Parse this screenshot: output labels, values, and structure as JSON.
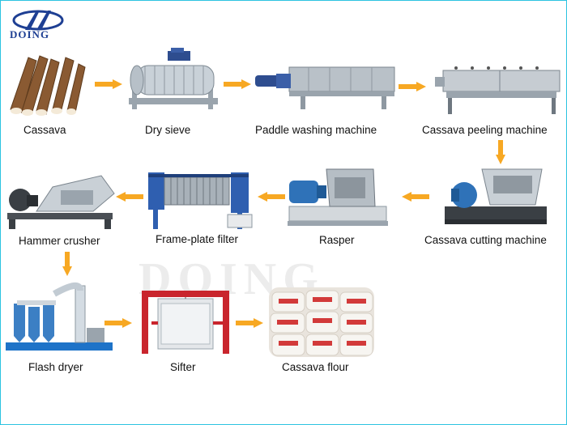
{
  "brand": {
    "logo_text": "DOING",
    "watermark_text": "DOING"
  },
  "colors": {
    "arrow": "#f7a823",
    "border": "#2cc3e0",
    "brand": "#1e3f93"
  },
  "steps": [
    {
      "label": "Cassava"
    },
    {
      "label": "Dry sieve"
    },
    {
      "label": "Paddle washing machine"
    },
    {
      "label": "Cassava peeling machine"
    },
    {
      "label": "Cassava cutting machine"
    },
    {
      "label": "Rasper"
    },
    {
      "label": "Frame-plate filter"
    },
    {
      "label": "Hammer crusher"
    },
    {
      "label": "Flash dryer"
    },
    {
      "label": "Sifter"
    },
    {
      "label": "Cassava flour"
    }
  ]
}
